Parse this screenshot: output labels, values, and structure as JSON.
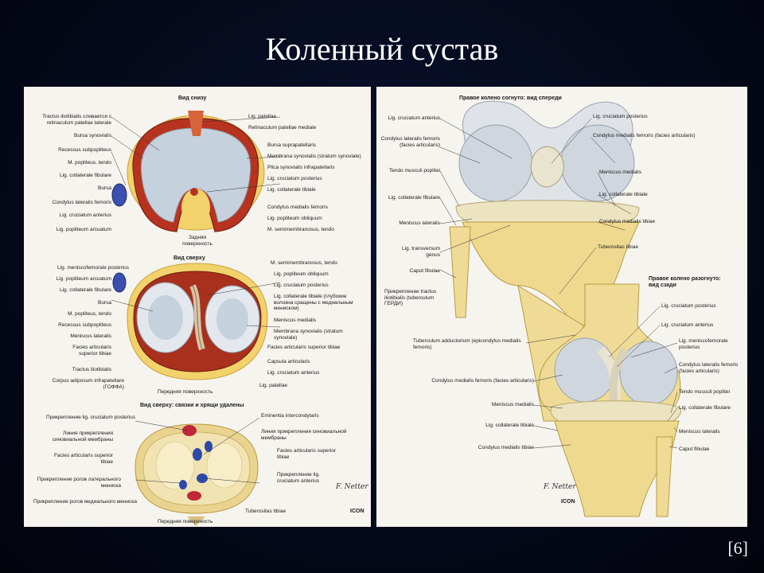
{
  "slide": {
    "title": "Коленный сустав",
    "reference": "[6]"
  },
  "left_plate": {
    "panel_a": {
      "heading": "Вид снизу",
      "left_labels": [
        "Tractus iliotibialis сливается с retinaculum patellae laterale",
        "Bursa synovialis",
        "Recessus subpopliteus",
        "M. popliteus, tendo",
        "Lig. collaterale fibulare",
        "Bursa",
        "Condylus lateralis femoris",
        "Lig. cruciatum anterius",
        "Lig. popliteum arcuatum"
      ],
      "right_labels": [
        "Lig. patellae",
        "Retinaculum patellae mediale",
        "Bursa suprapatellaris",
        "Membrana synovialis (stratum synoviale)",
        "Plica synovialis infrapatellaris",
        "Lig. cruciatum posterius",
        "Lig. collaterale tibiale",
        "Condylus medialis femoris",
        "Lig. popliteum obliquum",
        "M. semimembranosus, tendo"
      ],
      "bottom_label": "Задняя поверхность"
    },
    "panel_b": {
      "heading": "Вид сверху",
      "left_labels": [
        "Lig. meniscofemorale posterius",
        "Lig. popliteum arcuatum",
        "Lig. collaterale fibulare",
        "Bursa",
        "M. popliteus, tendo",
        "Recessus subpopliteus",
        "Meniscus lateralis",
        "Facies articularis superior tibiae",
        "Tractus iliotibialis",
        "Corpus adiposum infrapatellare (ГОФФА)"
      ],
      "right_labels": [
        "M. semimembranosus, tendo",
        "Lig. popliteum obliquum",
        "Lig. cruciatum posterius",
        "Lig. collaterale tibiale (глубокие волокна сращены с медиальным мениском)",
        "Meniscus medialis",
        "Membrana synovialis (stratum synoviale)",
        "Facies articularis superior tibiae",
        "Capsula articularis",
        "Lig. cruciatum anterius",
        "Lig. patellae"
      ],
      "bottom_label": "Передняя поверхность"
    },
    "panel_c": {
      "heading": "Вид сверху: связки и хрящи удалены",
      "left_labels": [
        "Прикрепление lig. cruciatum posterius",
        "Линия прикрепления синовиальной мембраны",
        "Facies articularis superior tibiae",
        "Прикрепление рогов латерального мениска",
        "Прикрепление рогов медиального мениска"
      ],
      "right_labels": [
        "Eminentia intercondylaris",
        "Линия прикрепления синовиальной мембраны",
        "Facies articularis superior tibiae",
        "Прикрепление lig. cruciatum anterius",
        "Tuberositas tibiae"
      ],
      "bottom_label": "Передняя поверхность"
    },
    "signature": "F. Netter",
    "publisher": "ICON"
  },
  "right_plate": {
    "panel_d": {
      "heading": "Правое колено согнуто: вид спереди",
      "left_labels": [
        "Lig. cruciatum anterius",
        "Condylus lateralis femoris (facies articularis)",
        "Tendo musculi poplitei",
        "Lig. collaterale fibulare",
        "Meniscus lateralis",
        "Lig. transversum genus",
        "Caput fibulae",
        "Прикрепление tractus iliotibialis (tuberculum ГЕРДИ)"
      ],
      "right_labels": [
        "Lig. cruciatum posterius",
        "Condylus medialis femoris (facies articularis)",
        "Meniscus medialis",
        "Lig. collaterale tibiale",
        "Condylus medialis tibiae",
        "Tuberositas tibiae"
      ]
    },
    "panel_e": {
      "heading": "Правое колено разогнуто: вид сзади",
      "left_labels": [
        "Tuberculum adductorium (epicondylus medialis femoris)",
        "Condylus medialis femoris (facies articularis)",
        "Meniscus medialis",
        "Lig. collaterale tibiale",
        "Condylus medialis tibiae"
      ],
      "right_labels": [
        "Lig. cruciatum posterius",
        "Lig. cruciatum anterius",
        "Lig. meniscofemorale posterius",
        "Condylus lateralis femoris (facies articularis)",
        "Tendo musculi poplitei",
        "Lig. collaterale fibulare",
        "Meniscus lateralis",
        "Caput fibulae"
      ]
    },
    "signature": "F. Netter",
    "publisher": "ICON"
  }
}
